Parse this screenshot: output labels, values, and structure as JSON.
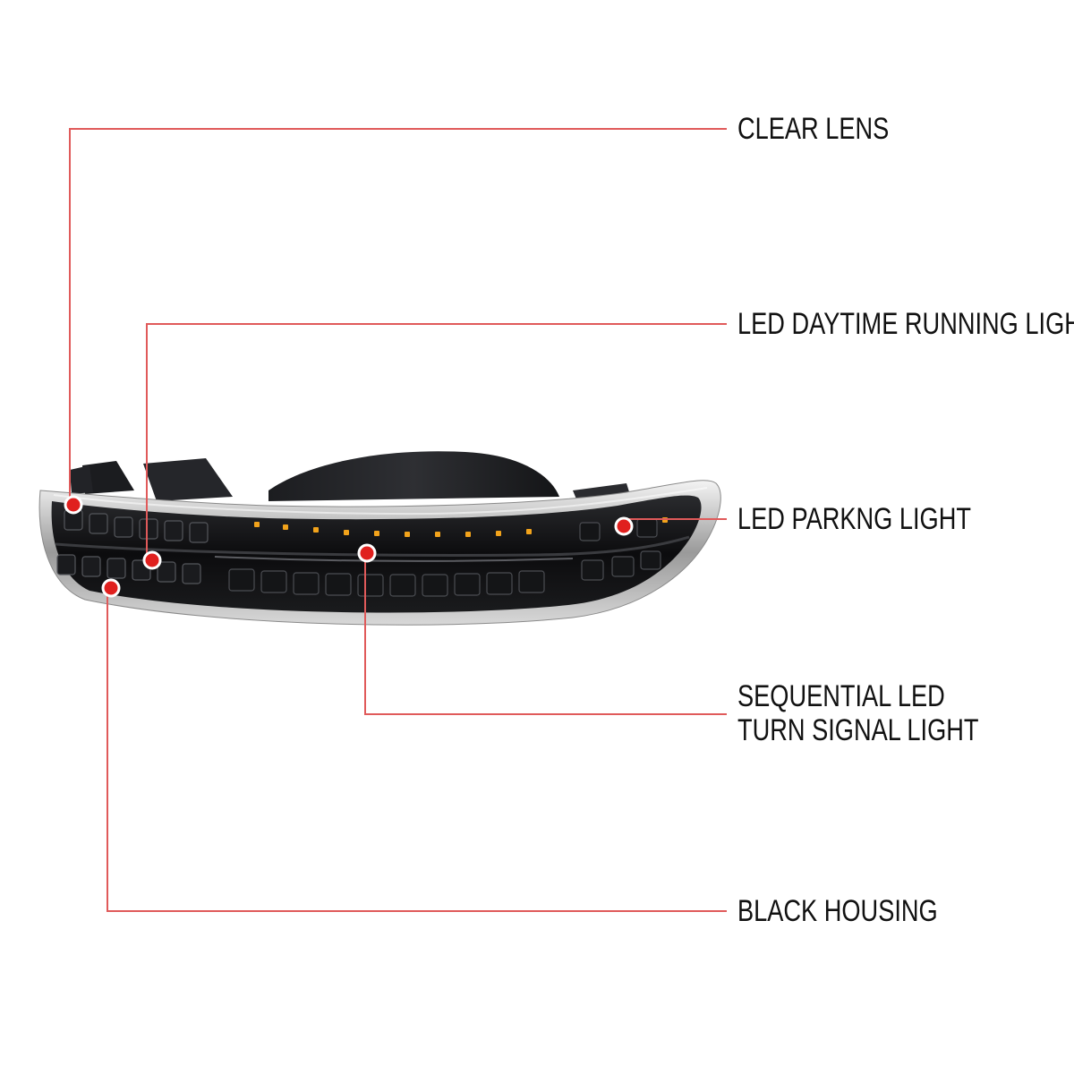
{
  "callouts": {
    "clear_lens": "CLEAR LENS",
    "drl": "LED DAYTIME RUNNING LIGHT",
    "parking": "LED PARKNG LIGHT",
    "turn_line1": "SEQUENTIAL LED",
    "turn_line2": "TURN SIGNAL LIGHT",
    "housing": "BLACK HOUSING"
  },
  "colors": {
    "leader": "#e05a5a",
    "dot": "#e0201e",
    "housing": "#0e0e10",
    "amber_led": "#f2a31b"
  }
}
